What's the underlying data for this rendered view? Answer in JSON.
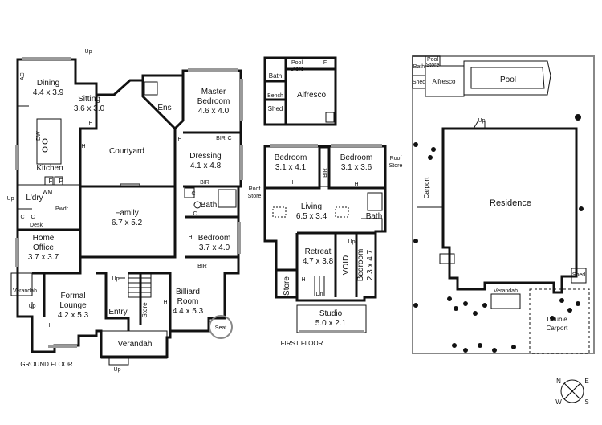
{
  "ground_floor": {
    "caption": "GROUND FLOOR",
    "rooms": {
      "dining": {
        "name": "Dining",
        "dims": "4.4 x 3.9"
      },
      "sitting": {
        "name": "Sitting",
        "dims": "3.6 x 3.0"
      },
      "master": {
        "name1": "Master",
        "name2": "Bedroom",
        "dims": "4.6 x 4.0"
      },
      "ens": {
        "name": "Ens"
      },
      "courtyard": {
        "name": "Courtyard"
      },
      "kitchen": {
        "name": "Kitchen"
      },
      "dressing": {
        "name": "Dressing",
        "dims": "4.1 x 4.8"
      },
      "family": {
        "name": "Family",
        "dims": "6.7 x 5.2"
      },
      "laundry": {
        "name": "L'dry"
      },
      "bath": {
        "name": "Bath"
      },
      "bedroom": {
        "name": "Bedroom",
        "dims": "3.7 x 4.0"
      },
      "home_office": {
        "name1": "Home",
        "name2": "Office",
        "dims": "3.7 x 3.7"
      },
      "formal_lounge": {
        "name1": "Formal",
        "name2": "Lounge",
        "dims": "4.2 x 5.3"
      },
      "billiard": {
        "name1": "Billiard",
        "name2": "Room",
        "dims": "4.4 x 5.3"
      },
      "entry": {
        "name": "Entry"
      },
      "store": {
        "name": "Store"
      },
      "verandah_front": {
        "name": "Verandah"
      },
      "verandah_side": {
        "name": "Verandah"
      },
      "seat": {
        "name": "Seat"
      }
    },
    "labels": {
      "ac": "AC",
      "dw": "DW",
      "f": "F",
      "p": "P",
      "wm": "WM",
      "pwdr": "Pwdr",
      "c": "C",
      "desk": "Desk",
      "bir": "BIR",
      "h": "H",
      "up": "Up"
    }
  },
  "first_floor": {
    "caption": "FIRST FLOOR",
    "rooms": {
      "bedroom_a": {
        "name": "Bedroom",
        "dims": "3.1 x 4.1"
      },
      "bedroom_b": {
        "name": "Bedroom",
        "dims": "3.1 x 3.6"
      },
      "living": {
        "name": "Living",
        "dims": "6.5 x 3.4"
      },
      "bath": {
        "name": "Bath"
      },
      "retreat": {
        "name": "Retreat",
        "dims": "4.7 x 3.8"
      },
      "void": {
        "name": "VOID"
      },
      "bedroom_c": {
        "name": "Bedroom",
        "dims": "2.3 x 4.7"
      },
      "store": {
        "name": "Store"
      },
      "studio": {
        "name": "Studio",
        "dims": "5.0 x 2.1"
      }
    },
    "labels": {
      "roof_store_1": "Roof",
      "roof_store_2": "Store",
      "bir": "BIR",
      "dn": "Dn",
      "up": "Up",
      "h": "H"
    }
  },
  "outbuilding": {
    "rooms": {
      "bath": "Bath",
      "pool_store_1": "Pool",
      "pool_store_2": "Store",
      "f": "F",
      "bench": "Bench",
      "shed": "Shed",
      "alfresco": "Alfresco"
    }
  },
  "site": {
    "labels": {
      "pool": "Pool",
      "pool_store_1": "Pool",
      "pool_store_2": "Store",
      "bath": "Bath",
      "shed": "Shed",
      "alfresco": "Alfresco",
      "residence": "Residence",
      "carport": "Carport",
      "verandah": "Verandah",
      "double_carport_1": "Double",
      "double_carport_2": "Carport",
      "up": "Up",
      "shed2": "Shed"
    }
  },
  "compass": {
    "n": "N",
    "e": "E",
    "s": "S",
    "w": "W"
  }
}
